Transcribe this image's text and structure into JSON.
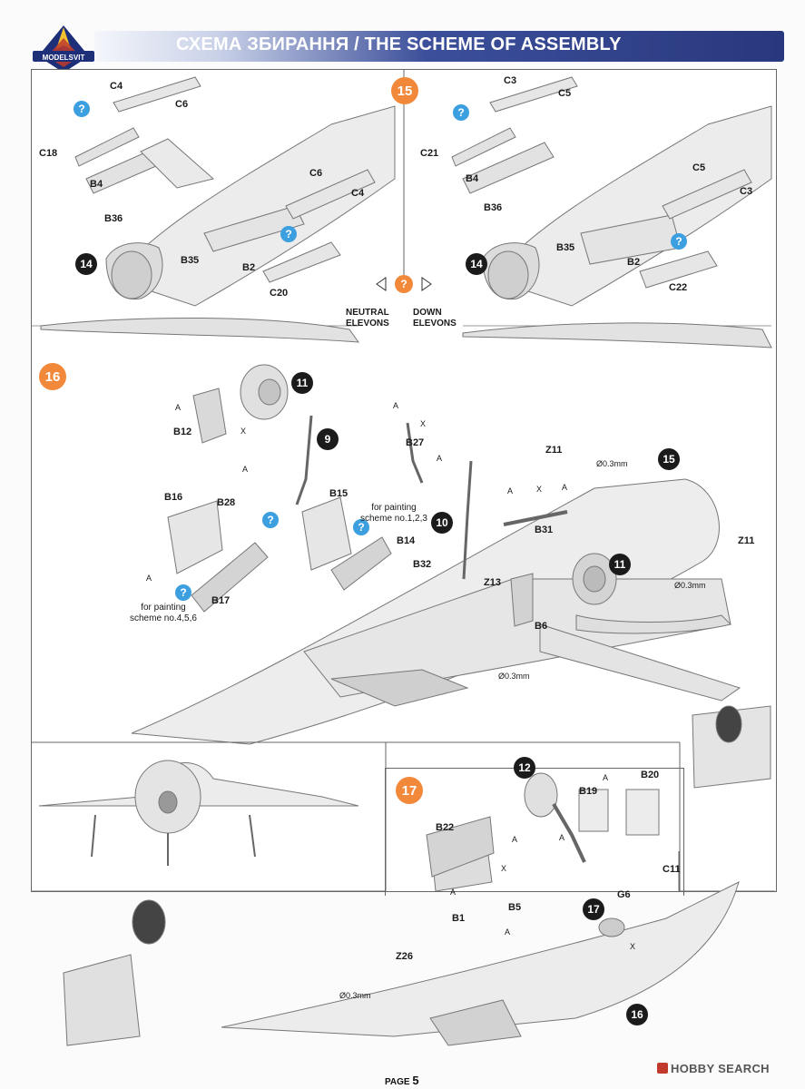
{
  "header": {
    "title": "СХЕМА ЗБИРАННЯ / THE SCHEME OF ASSEMBLY",
    "logo_text": "MODELSVIT"
  },
  "steps": {
    "s15": "15",
    "s16": "16",
    "s17": "17"
  },
  "subs": {
    "a14": "14",
    "b14": "14",
    "a9": "9",
    "a10": "10",
    "a11": "11",
    "b11": "11",
    "a12": "12",
    "a15": "15",
    "a16": "16",
    "a17": "17"
  },
  "q": "?",
  "elevons": {
    "neutral": [
      "NEUTRAL",
      "ELEVONS"
    ],
    "down": [
      "DOWN",
      "ELEVONS"
    ]
  },
  "panel_left": {
    "C4": "C4",
    "C6a": "C6",
    "C18": "C18",
    "B4": "B4",
    "B36": "B36",
    "C6b": "C6",
    "C4b": "C4",
    "B35": "B35",
    "B2": "B2",
    "C20": "C20"
  },
  "panel_right": {
    "C3": "C3",
    "C5a": "C5",
    "C21": "C21",
    "B4": "B4",
    "B36": "B36",
    "C5b": "C5",
    "C3b": "C3",
    "B35": "B35",
    "B2": "B2",
    "C22": "C22"
  },
  "panel16": {
    "B12": "B12",
    "B27": "B27",
    "B28": "B28",
    "B16": "B16",
    "B15": "B15",
    "B14": "B14",
    "B17": "B17",
    "B32": "B32",
    "Z13": "Z13",
    "B6": "B6",
    "B31": "B31",
    "Z11a": "Z11",
    "Z11b": "Z11",
    "d1": "Ø0.3mm",
    "d2": "Ø0.3mm",
    "d3": "Ø0.3mm",
    "A": "A",
    "X": "X",
    "note_123": [
      "for painting",
      "scheme no.1,2,3"
    ],
    "note_456": [
      "for painting",
      "scheme no.4,5,6"
    ]
  },
  "panel17": {
    "B20": "B20",
    "B19": "B19",
    "B22": "B22",
    "C11": "C11",
    "G6": "G6",
    "B5": "B5",
    "B1": "B1",
    "Z26": "Z26",
    "d": "Ø0.3mm"
  },
  "footer": {
    "page_label": "PAGE",
    "page_num": "5",
    "watermark": "HOBBY SEARCH"
  }
}
